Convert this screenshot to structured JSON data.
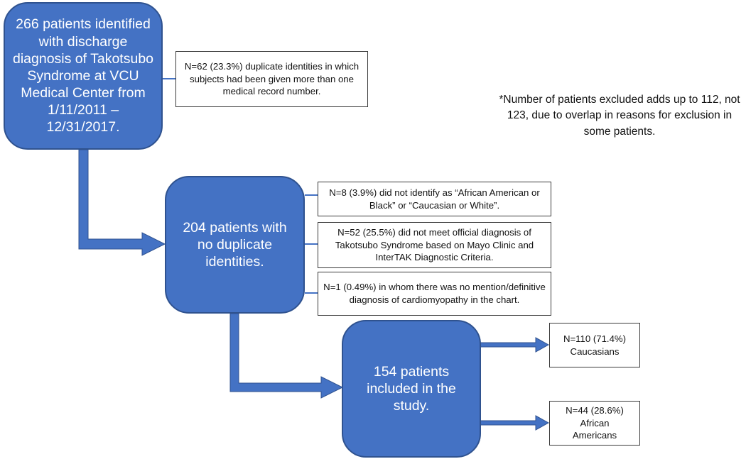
{
  "boxes": {
    "start": "266 patients identified with discharge diagnosis of Takotsubo Syndrome at VCU Medical Center from 1/11/2011 – 12/31/2017.",
    "no_duplicates": "204 patients with no duplicate identities.",
    "included": "154 patients included in the study."
  },
  "exclusions": {
    "duplicates": "N=62 (23.3%) duplicate identities in which subjects had been given more than one medical record number.",
    "race": "N=8 (3.9%) did not identify as “African American or Black” or “Caucasian or White”.",
    "diagnosis": "N=52 (25.5%) did not meet official diagnosis of Takotsubo Syndrome based on Mayo Clinic and InterTAK Diagnostic Criteria.",
    "no_mention": "N=1 (0.49%) in whom there was no mention/definitive diagnosis of cardiomyopathy in the chart."
  },
  "outcomes": {
    "caucasians": "N=110 (71.4%) Caucasians",
    "african_americans": "N=44 (28.6%) African Americans"
  },
  "note": "*Number of patients excluded adds up to 112, not 123, due to overlap in reasons for exclusion in some patients.",
  "colors": {
    "box_fill": "#4472C4",
    "box_border": "#2F528F",
    "arrow": "#4472C4"
  }
}
